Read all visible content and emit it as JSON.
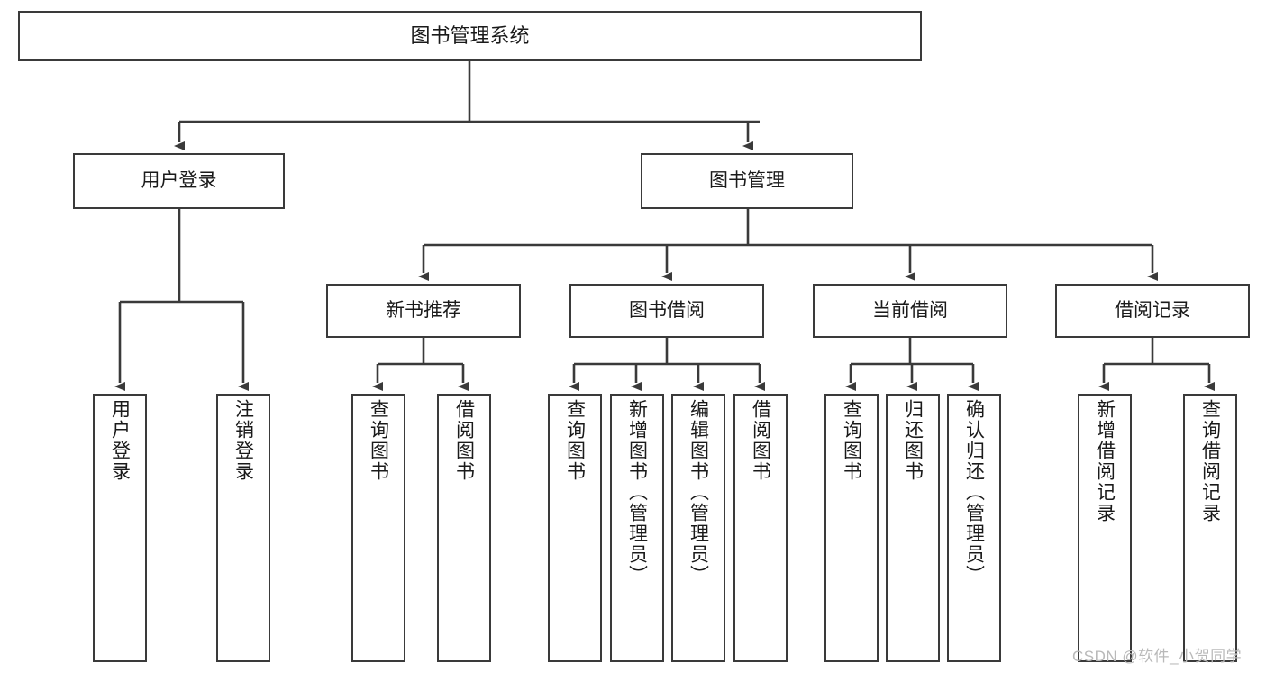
{
  "diagram": {
    "title": "图书管理系统",
    "type": "tree-hierarchy",
    "watermark": "CSDN @软件_小贺同学",
    "colors": {
      "box_border": "#3a3a3a",
      "box_fill": "#ffffff",
      "edge": "#3a3a3a",
      "text": "#1a1a1a",
      "watermark": "#b9b9b9",
      "background": "#ffffff"
    },
    "nodes": {
      "root": {
        "label": "图书管理系统"
      },
      "level2": [
        {
          "id": "user-login",
          "label": "用户登录"
        },
        {
          "id": "book-manage",
          "label": "图书管理"
        }
      ],
      "level3": [
        {
          "id": "new-book-recommend",
          "label": "新书推荐"
        },
        {
          "id": "book-borrow",
          "label": "图书借阅"
        },
        {
          "id": "current-borrow",
          "label": "当前借阅"
        },
        {
          "id": "borrow-record",
          "label": "借阅记录"
        }
      ],
      "leaves": {
        "user_login": [
          {
            "id": "leaf-user-login",
            "label": "用户登录"
          },
          {
            "id": "leaf-logout",
            "label": "注销登录"
          }
        ],
        "new_book_recommend": [
          {
            "id": "leaf-query-book-1",
            "label": "查询图书"
          },
          {
            "id": "leaf-borrow-book-1",
            "label": "借阅图书"
          }
        ],
        "book_borrow": [
          {
            "id": "leaf-query-book-2",
            "label": "查询图书"
          },
          {
            "id": "leaf-add-book",
            "label": "新增图书（管理员）"
          },
          {
            "id": "leaf-edit-book",
            "label": "编辑图书（管理员）"
          },
          {
            "id": "leaf-borrow-book-2",
            "label": "借阅图书"
          }
        ],
        "current_borrow": [
          {
            "id": "leaf-query-book-3",
            "label": "查询图书"
          },
          {
            "id": "leaf-return-book",
            "label": "归还图书"
          },
          {
            "id": "leaf-confirm-return",
            "label": "确认归还（管理员）"
          }
        ],
        "borrow_record": [
          {
            "id": "leaf-add-record",
            "label": "新增借阅记录"
          },
          {
            "id": "leaf-query-record",
            "label": "查询借阅记录"
          }
        ]
      }
    }
  }
}
